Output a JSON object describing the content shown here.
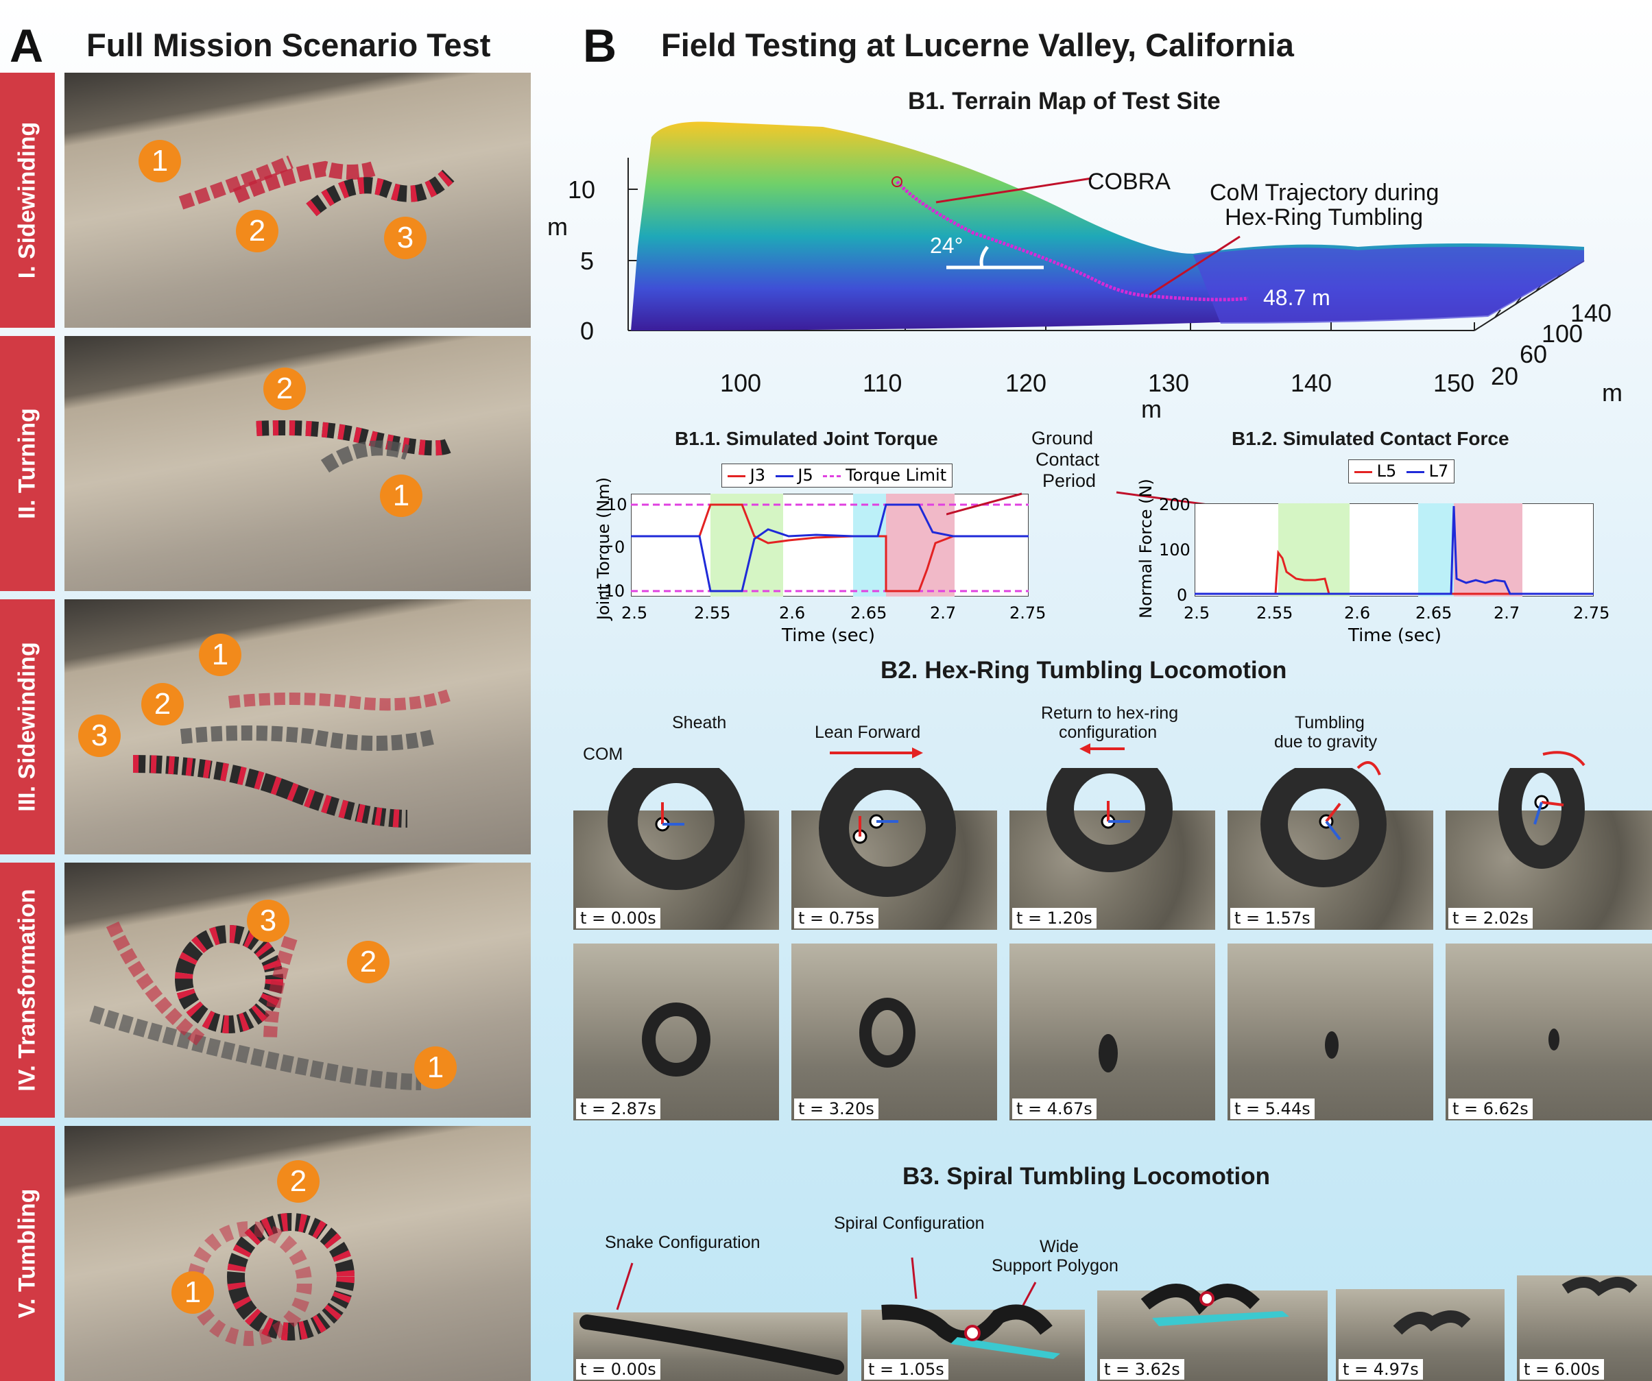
{
  "panelA": {
    "letter": "A",
    "title": "Full Mission Scenario Test",
    "rows": [
      {
        "label": "I. Sidewinding",
        "badges": [
          "1",
          "2",
          "3"
        ]
      },
      {
        "label": "II. Turning",
        "badges": [
          "2",
          "1"
        ]
      },
      {
        "label": "III. Sidewinding",
        "badges": [
          "1",
          "2",
          "3"
        ]
      },
      {
        "label": "IV. Transformation",
        "badges": [
          "3",
          "2",
          "1"
        ]
      },
      {
        "label": "V. Tumbling",
        "badges": [
          "2",
          "1"
        ]
      }
    ]
  },
  "panelB": {
    "letter": "B",
    "title": "Field Testing at Lucerne Valley, California",
    "b1": {
      "title": "B1. Terrain Map of Test Site",
      "zlabel": "m",
      "xlabel": "m",
      "ylabel": "m",
      "zticks": [
        "10",
        "5",
        "0"
      ],
      "xticks": [
        "100",
        "110",
        "120",
        "130",
        "140",
        "150"
      ],
      "yticks": [
        "20",
        "60",
        "100",
        "140"
      ],
      "cobra_label": "COBRA",
      "traj_label_1": "CoM Trajectory during",
      "traj_label_2": "Hex-Ring Tumbling",
      "angle_label": "24°",
      "distance_label": "48.7 m"
    },
    "b11": {
      "title": "B1.1. Simulated Joint Torque",
      "ylabel": "Joint Torque (Nm)",
      "xlabel": "Time (sec)",
      "legend": [
        "J3",
        "J5",
        "Torque Limit"
      ],
      "yticks": [
        "10",
        "0",
        "-10"
      ],
      "xticks": [
        "2.5",
        "2.55",
        "2.6",
        "2.65",
        "2.7",
        "2.75"
      ]
    },
    "ground_contact": {
      "l1": "Ground",
      "l2": "Contact",
      "l3": "Period"
    },
    "b12": {
      "title": "B1.2. Simulated Contact Force",
      "ylabel": "Normal Force (N)",
      "xlabel": "Time (sec)",
      "legend": [
        "L5",
        "L7"
      ],
      "yticks": [
        "200",
        "100",
        "0"
      ],
      "xticks": [
        "2.5",
        "2.55",
        "2.6",
        "2.65",
        "2.7",
        "2.75"
      ]
    },
    "b2": {
      "title": "B2. Hex-Ring Tumbling Locomotion",
      "annotations": {
        "sheath": "Sheath",
        "com": "COM",
        "lean": "Lean Forward",
        "return1": "Return to hex-ring",
        "return2": "configuration",
        "tumble1": "Tumbling",
        "tumble2": "due to gravity"
      },
      "row1_times": [
        "t = 0.00s",
        "t = 0.75s",
        "t = 1.20s",
        "t = 1.57s",
        "t = 2.02s"
      ],
      "row2_times": [
        "t = 2.87s",
        "t = 3.20s",
        "t = 4.67s",
        "t = 5.44s",
        "t = 6.62s"
      ]
    },
    "b3": {
      "title": "B3. Spiral Tumbling Locomotion",
      "annotations": {
        "snake": "Snake Configuration",
        "spiral": "Spiral Configuration",
        "wide1": "Wide",
        "wide2": "Support Polygon"
      },
      "times": [
        "t = 0.00s",
        "t = 1.05s",
        "t = 3.62s",
        "t = 4.97s",
        "t = 6.00s"
      ]
    }
  },
  "colors": {
    "tab_red": "#d23a44",
    "badge_orange": "#f28a1b",
    "j3_red": "#e32222",
    "j5_blue": "#1f2ad8",
    "limit_magenta": "#e040e0",
    "trajectory": "#d62ad6"
  }
}
